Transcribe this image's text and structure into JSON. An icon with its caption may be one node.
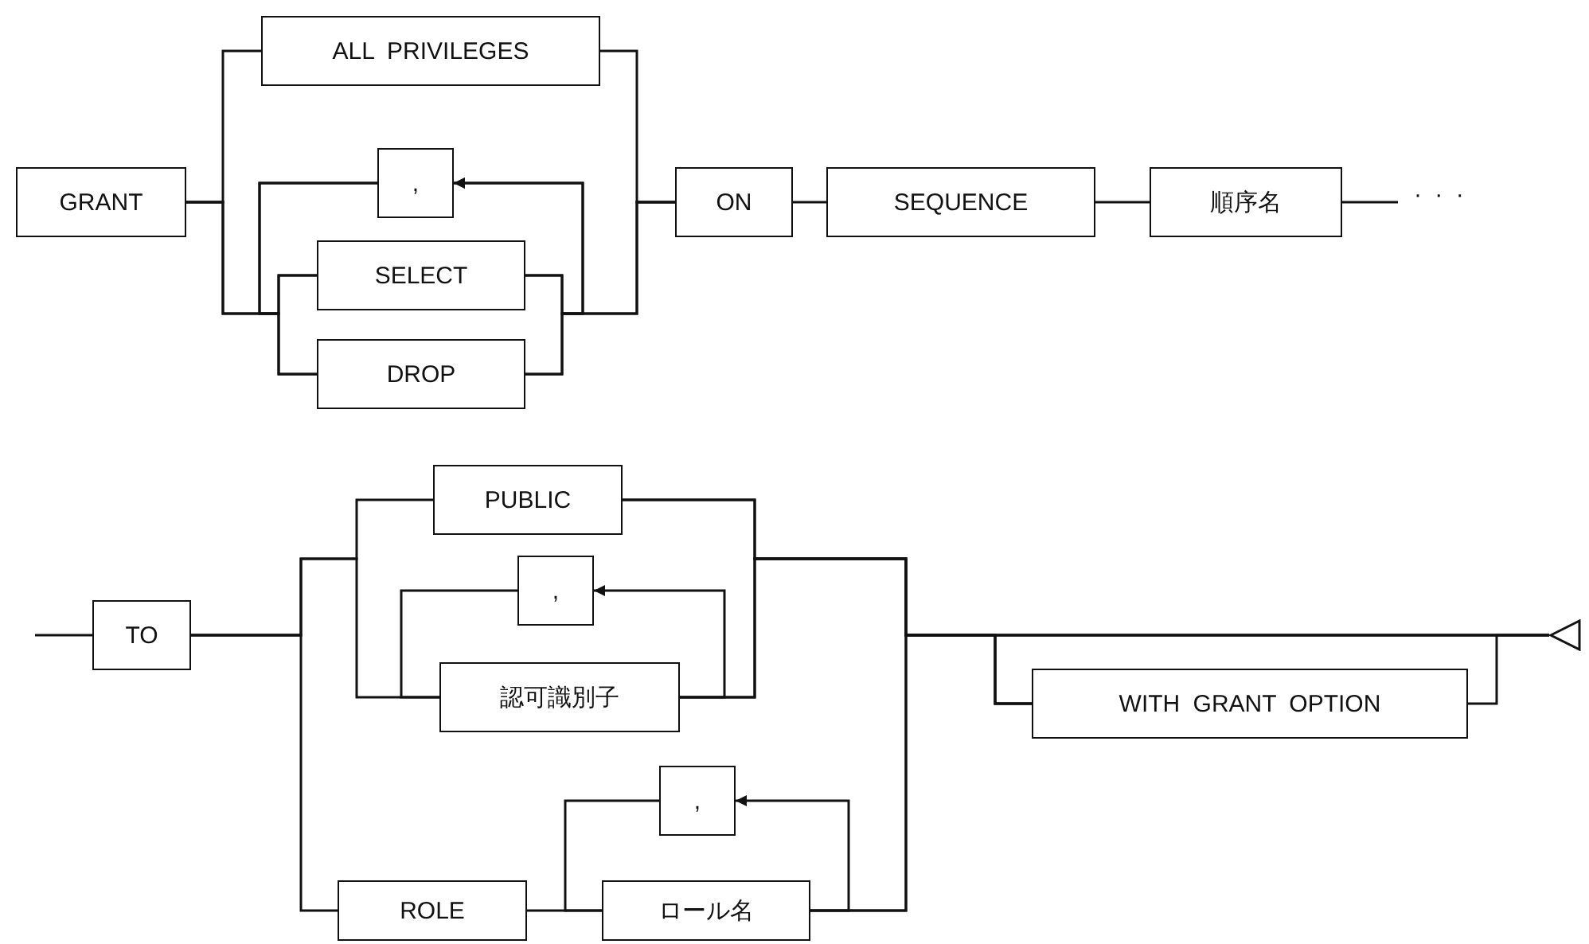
{
  "diagram": {
    "nodes": [
      {
        "text": [
          "GRANT"
        ]
      },
      {
        "text": [
          "ALL PRIVILEGES"
        ]
      },
      {
        "text": [
          ","
        ]
      },
      {
        "text": [
          "SELECT"
        ]
      },
      {
        "text": [
          "DROP"
        ]
      },
      {
        "text": [
          "ON"
        ]
      },
      {
        "text": [
          "SEQUENCE"
        ]
      },
      {
        "text": [
          "順序名"
        ]
      },
      {
        "text": [
          "TO"
        ]
      },
      {
        "text": [
          "PUBLIC"
        ]
      },
      {
        "text": [
          ","
        ]
      },
      {
        "text": [
          "認可識別子"
        ]
      },
      {
        "text": [
          "ROLE"
        ]
      },
      {
        "text": [
          ","
        ]
      },
      {
        "text": [
          "ロール名"
        ]
      },
      {
        "text": [
          "WITH GRANT OPTION"
        ]
      },
      {
        "text": [],
        "shape": "triangle"
      }
    ],
    "edges": [
      {
        "from": 0,
        "to": 1,
        "arrow": "none"
      },
      {
        "from": 0,
        "to": 3,
        "arrow": "none"
      },
      {
        "from": 0,
        "to": 4,
        "arrow": "none"
      },
      {
        "from": 1,
        "to": 5,
        "arrow": "none"
      },
      {
        "from": 3,
        "to": 5,
        "arrow": "none"
      },
      {
        "from": 4,
        "to": 5,
        "arrow": "none"
      },
      {
        "from": 3,
        "to": 2,
        "arrow": "to"
      },
      {
        "from": 4,
        "to": 2,
        "arrow": "to"
      },
      {
        "from": 2,
        "to": 3,
        "arrow": "none"
      },
      {
        "from": 2,
        "to": 4,
        "arrow": "none"
      },
      {
        "from": 5,
        "to": 6,
        "arrow": "none"
      },
      {
        "from": 6,
        "to": 7,
        "arrow": "none"
      },
      {
        "from": 7,
        "to": null,
        "arrow": "none"
      },
      {
        "from": null,
        "to": 8,
        "arrow": "none"
      },
      {
        "from": 8,
        "to": 9,
        "arrow": "none"
      },
      {
        "from": 8,
        "to": 11,
        "arrow": "none"
      },
      {
        "from": 8,
        "to": 12,
        "arrow": "none"
      },
      {
        "from": 11,
        "to": 10,
        "arrow": "to"
      },
      {
        "from": 10,
        "to": 11,
        "arrow": "none"
      },
      {
        "from": 9,
        "to": 15,
        "arrow": "none"
      },
      {
        "from": 9,
        "to": 16,
        "arrow": "none"
      },
      {
        "from": 11,
        "to": 15,
        "arrow": "none"
      },
      {
        "from": 11,
        "to": 16,
        "arrow": "none"
      },
      {
        "from": 12,
        "to": 14,
        "arrow": "none"
      },
      {
        "from": 14,
        "to": 13,
        "arrow": "to"
      },
      {
        "from": 13,
        "to": 14,
        "arrow": "none"
      },
      {
        "from": 14,
        "to": 15,
        "arrow": "none"
      },
      {
        "from": 14,
        "to": 16,
        "arrow": "none"
      },
      {
        "from": 15,
        "to": 16,
        "arrow": "none"
      }
    ],
    "labels": [
      "· · ·"
    ]
  }
}
